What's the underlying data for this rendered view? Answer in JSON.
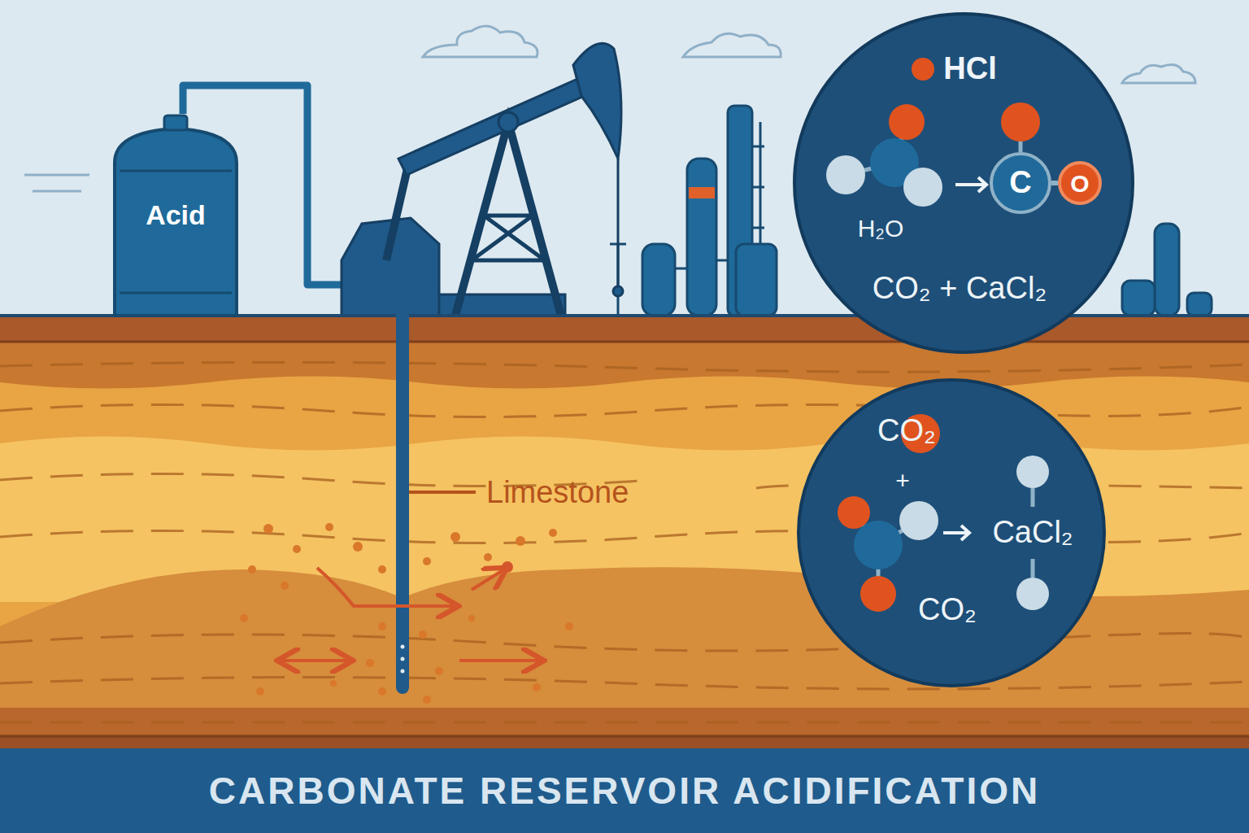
{
  "diagram": {
    "title": "CARBONATE RESERVOIR ACIDIFICATION",
    "nodes": [
      {
        "text": [
          "Acid"
        ]
      },
      {
        "text": [
          "HCl",
          "H₂O",
          "CO₂ + CaCl₂"
        ]
      },
      {
        "text": [
          "C"
        ],
        "in": 1
      },
      {
        "text": [
          "O"
        ],
        "in": 1
      },
      {
        "text": [
          "CO₂",
          "+",
          "CaCl₂",
          "CO₂"
        ]
      }
    ],
    "edges": [
      {
        "from": 2,
        "to": 3,
        "arrow": "none"
      }
    ],
    "labels": [
      "Limestone"
    ]
  }
}
